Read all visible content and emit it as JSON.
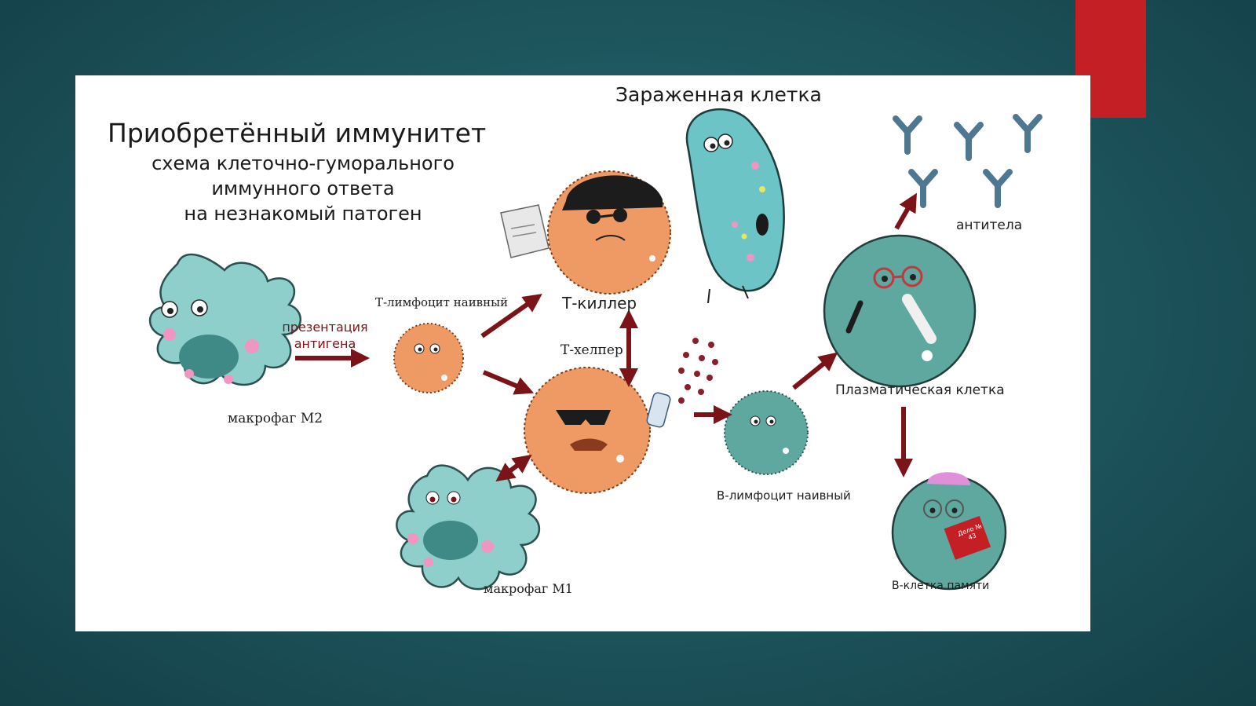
{
  "slide": {
    "title": "Приобретённый иммунитет",
    "subtitle_lines": [
      "схема клеточно-гуморального",
      "иммунного ответа",
      "на незнакомый патоген"
    ]
  },
  "labels": {
    "infected_cell": "Зараженная клетка",
    "antibodies": "антитела",
    "t_lymphocyte_naive": "Т-лимфоцит наивный",
    "t_killer": "Т-киллер",
    "antigen_presentation_line1": "презентация",
    "antigen_presentation_line2": "антигена",
    "macrophage_m2": "макрофаг М2",
    "t_helper": "Т-хелпер",
    "plasma_cell": "Плазматическая клетка",
    "b_lymphocyte_naive": "В-лимфоцит  наивный",
    "macrophage_m1": "макрофаг М1",
    "memory_b_cell": "В-клетка памяти",
    "memory_book_text": "Дело № 43"
  },
  "colors": {
    "background": "#1f5860",
    "accent": "#c41f24",
    "arrow": "#7a1418",
    "orange_cell": "#ef9a64",
    "teal_cell": "#5fa8a0",
    "macrophage": "#8ecfcc",
    "antibody": "#4e7892",
    "infected_cell": "#6dc4c6",
    "inner_spot": "#3f8a86",
    "pink": "#ef96c2"
  }
}
